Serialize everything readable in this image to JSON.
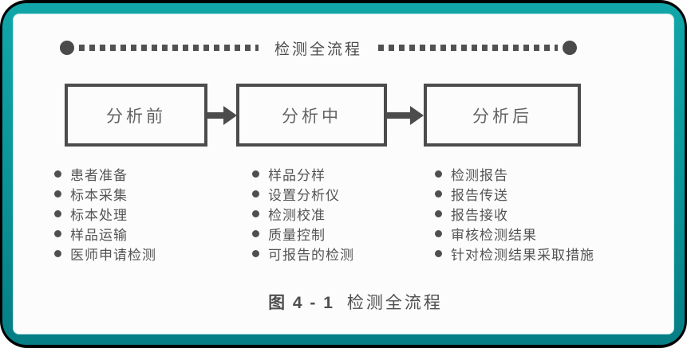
{
  "colors": {
    "frame_teal": "#0b9397",
    "ink": "#4c4c4c",
    "text_gray": "#555555",
    "page": "#fcfcfc"
  },
  "icons": {
    "endpoint_dot": "filled-circle",
    "bullet": "filled-circle",
    "arrow_right": "triangle-right"
  },
  "header": {
    "title": "检测全流程"
  },
  "stages": [
    {
      "label": "分析前",
      "items": [
        "患者准备",
        "标本采集",
        "标本处理",
        "样品运输",
        "医师申请检测"
      ]
    },
    {
      "label": "分析中",
      "items": [
        "样品分样",
        "设置分析仪",
        "检测校准",
        "质量控制",
        "可报告的检测"
      ]
    },
    {
      "label": "分析后",
      "items": [
        "检测报告",
        "报告传送",
        "报告接收",
        "审核检测结果",
        "针对检测结果采取措施"
      ]
    }
  ],
  "caption": {
    "number": "图 4 - 1",
    "text": "检测全流程"
  }
}
